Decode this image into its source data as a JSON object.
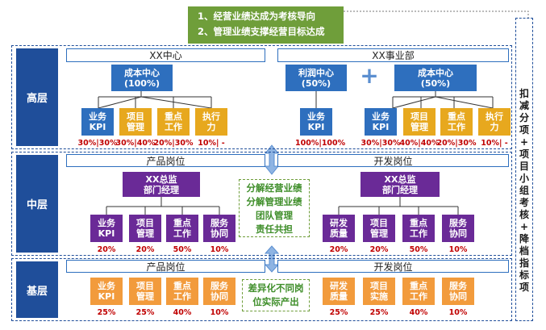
{
  "banner": {
    "line1": "1、经营业绩达成为考核导向",
    "line2": "2、管理业绩支撑经营目标达成"
  },
  "right_note": [
    "扣",
    "减",
    "分",
    "项",
    "+",
    "项",
    "目",
    "小",
    "组",
    "考",
    "核",
    "+",
    "降",
    "档",
    "指",
    "标",
    "项"
  ],
  "levels": {
    "top": "高层",
    "middle": "中层",
    "base": "基层"
  },
  "top_layer": {
    "left_header": "XX中心",
    "right_header": "XX事业部",
    "cost_center_left": {
      "line1": "成本中心",
      "line2": "(100%)"
    },
    "profit_center": {
      "line1": "利润中心",
      "line2": "(50%)"
    },
    "plus": "+",
    "cost_center_right": {
      "line1": "成本中心",
      "line2": "(50%)"
    },
    "left_items": [
      {
        "line1": "业务",
        "line2": "KPI",
        "pct": "30%|30%",
        "color": "blue"
      },
      {
        "line1": "项目",
        "line2": "管理",
        "pct": "30%|40%",
        "color": "yellow"
      },
      {
        "line1": "重点",
        "line2": "工作",
        "pct": "20%|30%",
        "color": "yellow"
      },
      {
        "line1": "执行",
        "line2": "力",
        "pct": "10%| -",
        "color": "yellow"
      }
    ],
    "middle_item": {
      "line1": "业务",
      "line2": "KPI",
      "pct": "100%|100%"
    },
    "right_items": [
      {
        "line1": "业务",
        "line2": "KPI",
        "pct": "30%|30%",
        "color": "blue"
      },
      {
        "line1": "项目",
        "line2": "管理",
        "pct": "40%|40%",
        "color": "yellow"
      },
      {
        "line1": "重点",
        "line2": "工作",
        "pct": "20%|30%",
        "color": "yellow"
      },
      {
        "line1": "执行",
        "line2": "力",
        "pct": "10%| -",
        "color": "yellow"
      }
    ]
  },
  "middle_layer": {
    "left_header": "产品岗位",
    "right_header": "开发岗位",
    "left_director": {
      "line1": "XX总监",
      "line2": "部门经理"
    },
    "right_director": {
      "line1": "XX总监",
      "line2": "部门经理"
    },
    "note": [
      "分解经营业绩",
      "分解管理业绩",
      "团队管理",
      "责任共担"
    ],
    "left_items": [
      {
        "line1": "业务",
        "line2": "KPI",
        "pct": "20%"
      },
      {
        "line1": "项目",
        "line2": "管理",
        "pct": "20%"
      },
      {
        "line1": "重点",
        "line2": "工作",
        "pct": "50%"
      },
      {
        "line1": "服务",
        "line2": "协同",
        "pct": "10%"
      }
    ],
    "right_items": [
      {
        "line1": "研发",
        "line2": "质量",
        "pct": "20%"
      },
      {
        "line1": "项目",
        "line2": "管理",
        "pct": "20%"
      },
      {
        "line1": "重点",
        "line2": "工作",
        "pct": "50%"
      },
      {
        "line1": "服务",
        "line2": "协同",
        "pct": "10%"
      }
    ]
  },
  "base_layer": {
    "left_header": "产品岗位",
    "right_header": "开发岗位",
    "note": [
      "差异化不同岗",
      "位实际产出"
    ],
    "left_items": [
      {
        "line1": "业务",
        "line2": "KPI",
        "pct": "25%"
      },
      {
        "line1": "项目",
        "line2": "管理",
        "pct": "25%"
      },
      {
        "line1": "重点",
        "line2": "工作",
        "pct": "40%"
      },
      {
        "line1": "服务",
        "line2": "协同",
        "pct": "10%"
      }
    ],
    "right_items": [
      {
        "line1": "研发",
        "line2": "质量",
        "pct": "25%"
      },
      {
        "line1": "项目",
        "line2": "实施",
        "pct": "25%"
      },
      {
        "line1": "重点",
        "line2": "工作",
        "pct": "40%"
      },
      {
        "line1": "服务",
        "line2": "协同",
        "pct": "10%"
      }
    ]
  }
}
